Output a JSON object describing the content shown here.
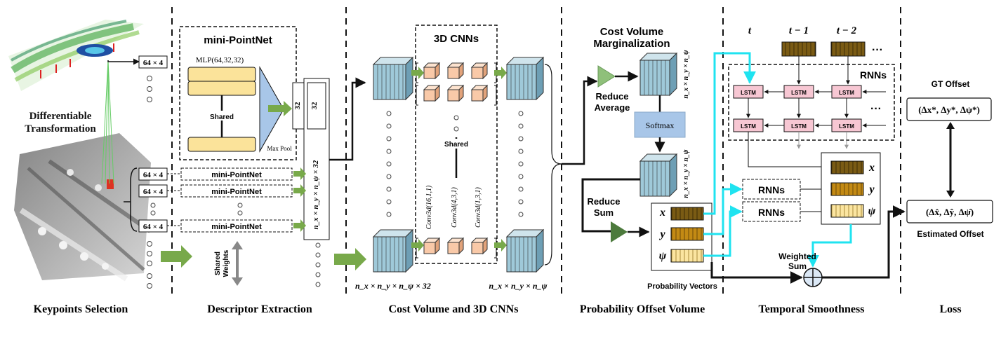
{
  "sections": {
    "keypoints": "Keypoints Selection",
    "descriptor": "Descriptor Extraction",
    "cost": "Cost Volume and 3D CNNs",
    "prob": "Probability Offset Volume",
    "temporal": "Temporal Smoothness",
    "loss": "Loss"
  },
  "keypoints": {
    "diff_line1": "Differentiable",
    "diff_line2": "Transformation",
    "dim_label": "64 × 4"
  },
  "descriptor": {
    "title": "mini-PointNet",
    "mlp": "MLP(64,32,32)",
    "shared": "Shared",
    "maxpool": "Max Pool",
    "out_dim": "32",
    "stack_dim": "n_x × n_y × n_ψ × 32",
    "module": "mini-PointNet",
    "shared_weights_1": "Shared",
    "shared_weights_2": "Weights"
  },
  "cost": {
    "title": "3D CNNs",
    "shared": "Shared",
    "conv1": "Conv3d(16,1,1)",
    "conv2": "Conv3d(4,3,1)",
    "conv3": "Conv3d(1,3,1)",
    "in_dim": "n_x × n_y × n_ψ × 32",
    "out_dim": "n_x × n_y × n_ψ"
  },
  "prob": {
    "title1": "Cost Volume",
    "title2": "Marginalization",
    "vol_dim": "n_x × n_y × n_ψ",
    "reduce_avg1": "Reduce",
    "reduce_avg2": "Average",
    "softmax": "Softmax",
    "reduce_sum1": "Reduce",
    "reduce_sum2": "Sum",
    "vx": "x",
    "vy": "y",
    "vpsi": "ψ",
    "prob_vectors": "Probability Vectors"
  },
  "temporal": {
    "t0": "t",
    "t1": "t − 1",
    "t2": "t − 2",
    "dots": "···",
    "rnns": "RNNs",
    "lstm": "LSTM",
    "weighted1": "Weighted",
    "weighted2": "Sum"
  },
  "loss": {
    "gt_title": "GT Offset",
    "gt_value": "(Δx*, Δy*, Δψ*)",
    "est_value": "(Δx̂, Δŷ, Δψ̂)",
    "est_title": "Estimated Offset"
  },
  "colors": {
    "green_arrow": "#78a94a",
    "cyan": "#1fe3f0",
    "lstm_fill": "#f7c7d3",
    "cube_fill": "#f9c9a8",
    "volume_blue": "#9fc9d9",
    "softmax": "#a8c6e8",
    "mlp_fill": "#fbe39a",
    "vector_x": "#7a5b14",
    "vector_y": "#c38a14",
    "vector_psi": "#fbe5a0"
  }
}
